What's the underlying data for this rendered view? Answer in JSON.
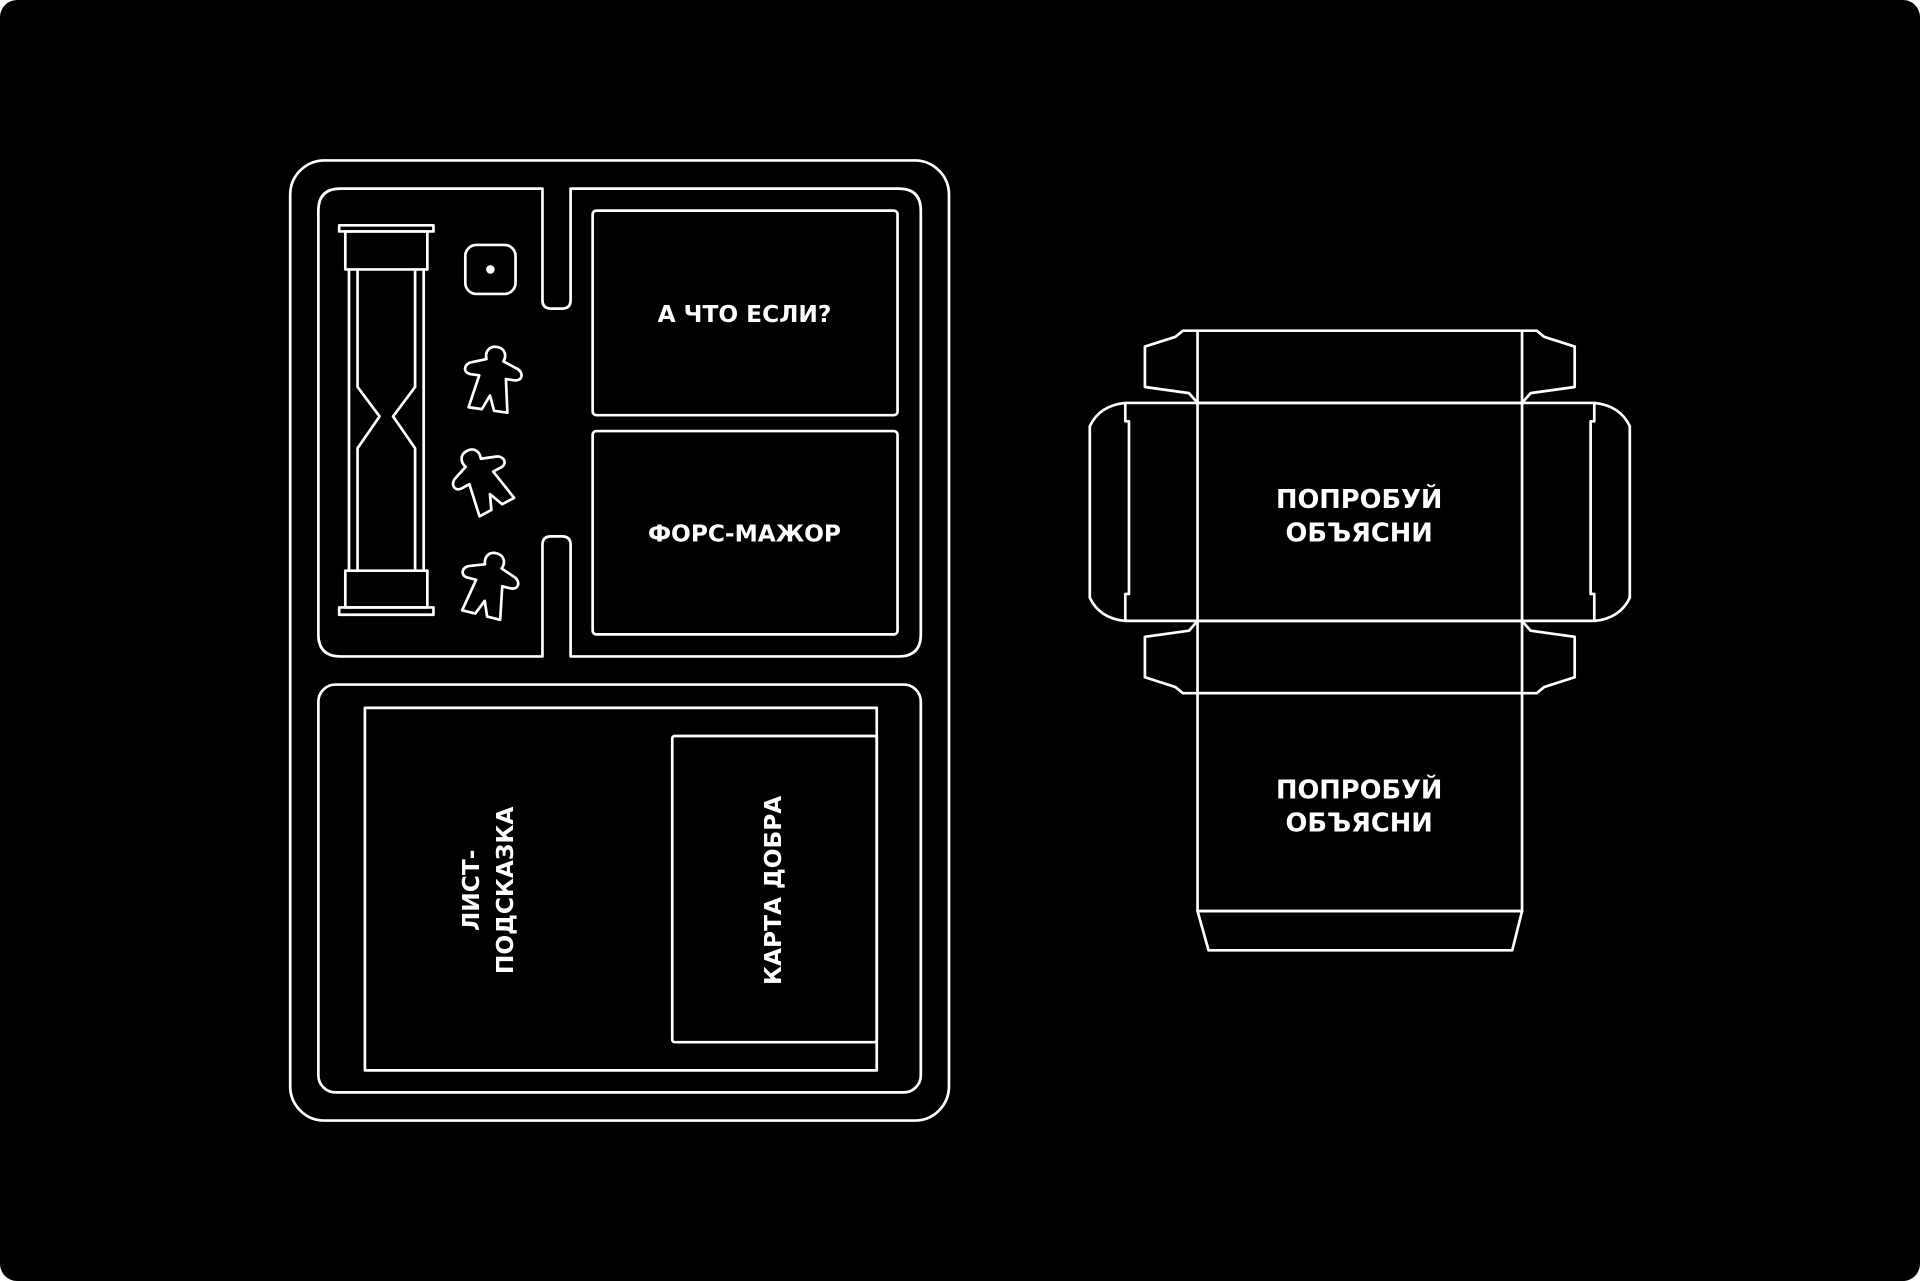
{
  "colors": {
    "background": "#000000",
    "line": "#ffffff",
    "frame": "#ffffff"
  },
  "tray": {
    "card_slot_1": "А ЧТО ЕСЛИ?",
    "card_slot_2": "ФОРС-МАЖОР",
    "hint_sheet_line1": "ЛИСТ-",
    "hint_sheet_line2": "ПОДСКАЗКА",
    "kindness_card": "КАРТА ДОБРА",
    "components": [
      "hourglass",
      "die",
      "meeple",
      "meeple",
      "meeple"
    ]
  },
  "box_net": {
    "lid_line1": "ПОПРОБУЙ",
    "lid_line2": "ОБЪЯСНИ",
    "back_line1": "ПОПРОБУЙ",
    "back_line2": "ОБЪЯСНИ"
  }
}
